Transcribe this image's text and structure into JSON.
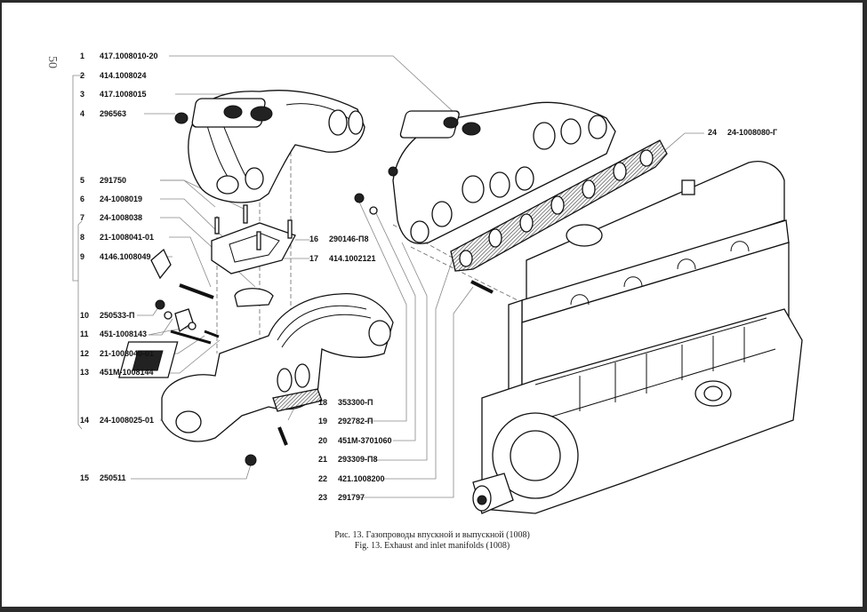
{
  "page": {
    "page_number": "50",
    "caption_ru": "Рис. 13. Газопроводы впускной и выпускной (1008)",
    "caption_en": "Fig. 13. Exhaust and inlet manifolds (1008)"
  },
  "parts": [
    {
      "num": "1",
      "code": "417.1008010-20"
    },
    {
      "num": "2",
      "code": "414.1008024"
    },
    {
      "num": "3",
      "code": "417.1008015"
    },
    {
      "num": "4",
      "code": "296563"
    },
    {
      "num": "5",
      "code": "291750"
    },
    {
      "num": "6",
      "code": "24-1008019"
    },
    {
      "num": "7",
      "code": "24-1008038"
    },
    {
      "num": "8",
      "code": "21-1008041-01"
    },
    {
      "num": "9",
      "code": "4146.1008049"
    },
    {
      "num": "10",
      "code": "250533-П"
    },
    {
      "num": "11",
      "code": "451-1008143"
    },
    {
      "num": "12",
      "code": "21-1008040-01"
    },
    {
      "num": "13",
      "code": "451М-1008144"
    },
    {
      "num": "14",
      "code": "24-1008025-01"
    },
    {
      "num": "15",
      "code": "250511"
    },
    {
      "num": "16",
      "code": "290146-П8"
    },
    {
      "num": "17",
      "code": "414.1002121"
    },
    {
      "num": "18",
      "code": "353300-П"
    },
    {
      "num": "19",
      "code": "292782-П"
    },
    {
      "num": "20",
      "code": "451М-3701060"
    },
    {
      "num": "21",
      "code": "293309-П8"
    },
    {
      "num": "22",
      "code": "421.1008200"
    },
    {
      "num": "23",
      "code": "291797"
    },
    {
      "num": "24",
      "code": "24-1008080-Г"
    }
  ],
  "illustration": {
    "components": [
      "exhaust-manifold",
      "inlet-manifold",
      "manifold-gasket",
      "engine-block",
      "carburetor-spacer-gasket",
      "studs",
      "nuts",
      "washers"
    ]
  }
}
